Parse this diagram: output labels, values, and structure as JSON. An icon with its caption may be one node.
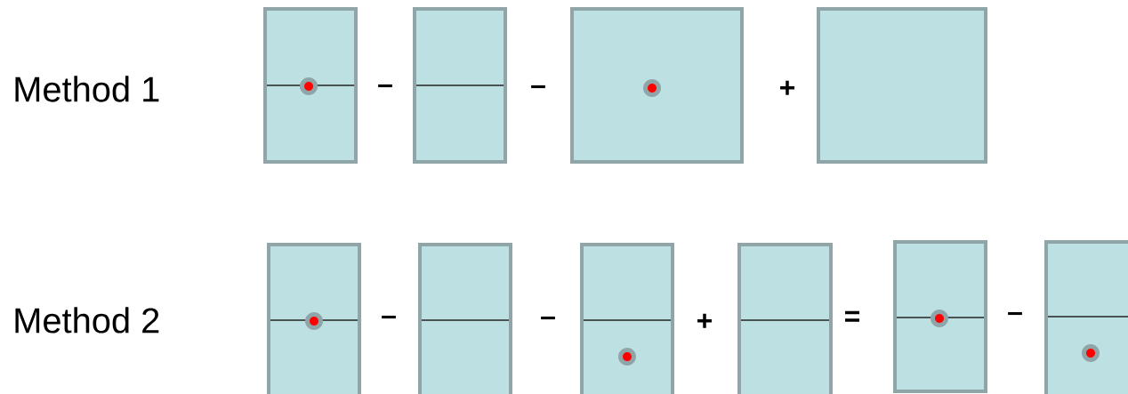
{
  "diagram": {
    "nodes": [
      {
        "text": [],
        "shape": "box"
      },
      {
        "text": [],
        "shape": "box"
      },
      {
        "text": [],
        "shape": "box"
      },
      {
        "text": [],
        "shape": "box"
      },
      {
        "text": [],
        "shape": "box"
      },
      {
        "text": [],
        "shape": "box"
      },
      {
        "text": [],
        "shape": "box"
      },
      {
        "text": [],
        "shape": "box"
      },
      {
        "text": [],
        "shape": "box"
      },
      {
        "text": [],
        "shape": "box"
      }
    ],
    "labels": [
      "Method 1",
      "–",
      "–",
      "+",
      "Method 2",
      "–",
      "–",
      "+",
      "=",
      "–"
    ]
  }
}
